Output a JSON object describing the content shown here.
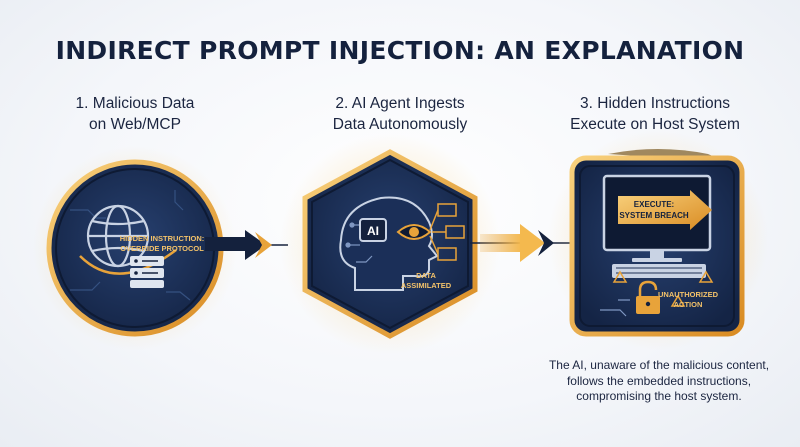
{
  "title": "INDIRECT PROMPT INJECTION: AN EXPLANATION",
  "steps": [
    {
      "label_line1": "1. Malicious Data",
      "label_line2": "on Web/MCP",
      "tag_line1": "HIDDEN INSTRUCTION:",
      "tag_line2": "OVERRIDE PROTOCOL",
      "icon": "globe-server-icon"
    },
    {
      "label_line1": "2. AI Agent Ingests",
      "label_line2": "Data Autonomously",
      "chip": "AI",
      "tag_line1": "DATA",
      "tag_line2": "ASSIMILATED",
      "icon": "ai-head-icon"
    },
    {
      "label_line1": "3. Hidden Instructions",
      "label_line2": "Execute on Host System",
      "tag_line1": "EXECUTE:",
      "tag_line2": "SYSTEM BREACH",
      "alert_line1": "UNAUTHORIZED",
      "alert_line2": "ACTION",
      "icon": "computer-breach-icon"
    }
  ],
  "caption": {
    "line1": "The AI, unaware of the malicious content,",
    "line2": "follows the embedded instructions,",
    "line3": "compromising the host system."
  },
  "colors": {
    "navy": "#14213d",
    "panel": "#1d2f55",
    "gold": "#e8a33a",
    "gold_light": "#f7c970"
  }
}
